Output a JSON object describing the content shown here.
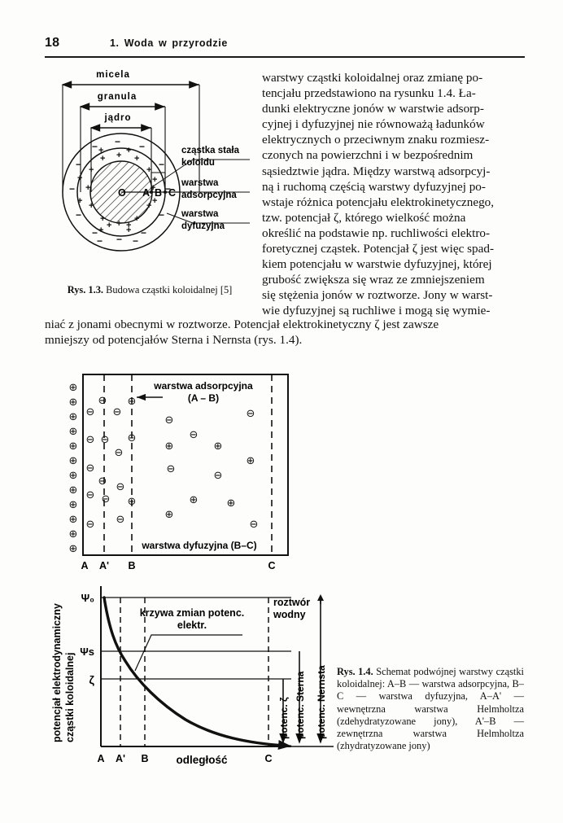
{
  "running_head": {
    "folio": "18",
    "chapter": "1.  Woda  w  przyrodzie"
  },
  "figure_1_3": {
    "caption_label": "Rys. 1.3.",
    "caption_text": "Budowa cząstki koloidalnej [5]",
    "dimension_labels": [
      "micela",
      "granula",
      "jądro"
    ],
    "callouts": [
      "cząstka stała",
      "koloidu",
      "warstwa",
      "adsorpcyjna",
      "warstwa",
      "dyfuzyjna"
    ],
    "point_markers": [
      "O",
      "A",
      "B",
      "C"
    ],
    "charge_plus": "+",
    "charge_minus": "−"
  },
  "body_column": {
    "lines": [
      "warstwy cząstki koloidalnej oraz zmianę po-",
      "tencjału przedstawiono na rysunku 1.4. Ła-",
      "dunki elektryczne jonów w warstwie adsorp-",
      "cyjnej i dyfuzyjnej nie równoważą ładunków",
      "elektrycznych o przeciwnym znaku rozmiesz-",
      "czonych na powierzchni i w bezpośrednim",
      "sąsiedztwie jądra. Między warstwą adsorpcyj-",
      "ną i ruchomą częścią warstwy dyfuzyjnej po-",
      "wstaje różnica potencjału elektrokinetycznego,",
      "tzw. potencjał ζ, którego wielkość można",
      "określić na podstawie np. ruchliwości elektro-",
      "foretycznej cząstek. Potencjał ζ jest więc spad-",
      "kiem potencjału w warstwie dyfuzyjnej, której",
      "grubość zwiększa się wraz ze zmniejszeniem",
      "się stężenia jonów w roztworze. Jony w warst-",
      "wie dyfuzyjnej są ruchliwe i mogą się wymie-"
    ]
  },
  "body_full": {
    "lines": [
      "niać z jonami obecnymi w roztworze. Potencjał elektrokinetyczny ζ jest zawsze",
      "mniejszy od potencjałów Sterna i Nernsta (rys. 1.4)."
    ]
  },
  "figure_1_4": {
    "ion_panel": {
      "label_adsorption": "warstwa adsorpcyjna",
      "label_adsorption_range": "(A – B)",
      "label_diffusion": "warstwa dyfuzyjna (B–C)",
      "axis_marks": [
        "A",
        "A'",
        "B",
        "C"
      ],
      "ion_plus": "⊕",
      "ion_minus": "⊖"
    },
    "potential_chart": {
      "y_axis_label_line1": "potencjał elektrodynamiczny",
      "y_axis_label_line2": "cząstki koloidalnej",
      "x_axis_label": "odległość",
      "y_ticks": [
        "Ψ₀",
        "Ψs",
        "ζ"
      ],
      "x_ticks": [
        "A",
        "A'",
        "B",
        "C"
      ],
      "curve_annotation_line1": "krzywa zmian potenc.",
      "curve_annotation_line2": "elektr.",
      "region_label_line1": "roztwór",
      "region_label_line2": "wodny",
      "bracket_labels": [
        "potenc. ζ",
        "potenc. Sterna",
        "potenc. Nernsta"
      ]
    },
    "caption_label": "Rys. 1.4.",
    "caption_text": "Schemat podwójnej warstwy cząstki koloidalnej: A–B — warstwa adsorpcyjna, B–C — warstwa dyfuzyjna, A–A' — wewnętrzna warstwa Helmholtza (zdehydratyzowane jony), A'–B — zewnętrzna warstwa Helmholtza (zhydratyzowane jony)"
  },
  "chart_data": {
    "type": "line",
    "title": "",
    "xlabel": "odległość",
    "ylabel": "potencjał elektrodynamiczny cząstki koloidalnej",
    "x_tick_labels": [
      "A",
      "A'",
      "B",
      "C"
    ],
    "x_tick_positions": [
      0,
      0.09,
      0.2,
      0.86
    ],
    "y_tick_labels": [
      "Ψ₀",
      "Ψs",
      "ζ"
    ],
    "y_tick_values": [
      1.0,
      0.53,
      0.3
    ],
    "xlim": [
      0,
      1
    ],
    "ylim": [
      0,
      1
    ],
    "grid": false,
    "series": [
      {
        "name": "krzywa zmian potenc. elektr.",
        "x": [
          0.0,
          0.05,
          0.09,
          0.14,
          0.2,
          0.28,
          0.36,
          0.45,
          0.55,
          0.65,
          0.75,
          0.86,
          0.93
        ],
        "y": [
          1.0,
          0.72,
          0.62,
          0.54,
          0.44,
          0.33,
          0.25,
          0.185,
          0.13,
          0.09,
          0.06,
          0.035,
          0.02
        ]
      }
    ],
    "annotations": [
      {
        "text": "roztwór wodny",
        "x": 0.88,
        "y": 0.95
      },
      {
        "text": "potenc. ζ",
        "x": 0.88,
        "y": 0.15
      },
      {
        "text": "potenc. Sterna",
        "x": 0.94,
        "y": 0.27
      },
      {
        "text": "potenc. Nernsta",
        "x": 0.99,
        "y": 0.5
      }
    ]
  }
}
